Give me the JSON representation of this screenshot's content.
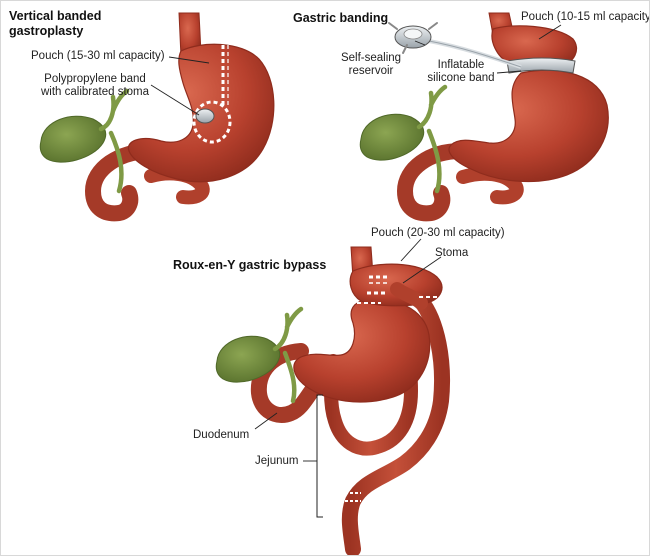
{
  "panels": {
    "vbg": {
      "title_line1": "Vertical banded",
      "title_line2": "gastroplasty",
      "pouch_label": "Pouch (15-30 ml capacity)",
      "band_label_line1": "Polypropylene band",
      "band_label_line2": "with calibrated stoma"
    },
    "banding": {
      "title": "Gastric banding",
      "pouch_label": "Pouch (10-15 ml capacity)",
      "reservoir_label_line1": "Self-sealing",
      "reservoir_label_line2": "reservoir",
      "band_label_line1": "Inflatable",
      "band_label_line2": "silicone band"
    },
    "rny": {
      "title": "Roux-en-Y gastric bypass",
      "pouch_label": "Pouch (20-30 ml capacity)",
      "stoma_label": "Stoma",
      "duodenum_label": "Duodenum",
      "jejunum_label": "Jejunum"
    }
  },
  "colors": {
    "stomach": "#b8412e",
    "stomach_dark": "#8f2c1d",
    "highlight": "#e0836c",
    "gallbladder": "#6f8b3a",
    "gallbladder_dark": "#4f6828",
    "band": "#cfd5da",
    "outline": "#222222"
  }
}
